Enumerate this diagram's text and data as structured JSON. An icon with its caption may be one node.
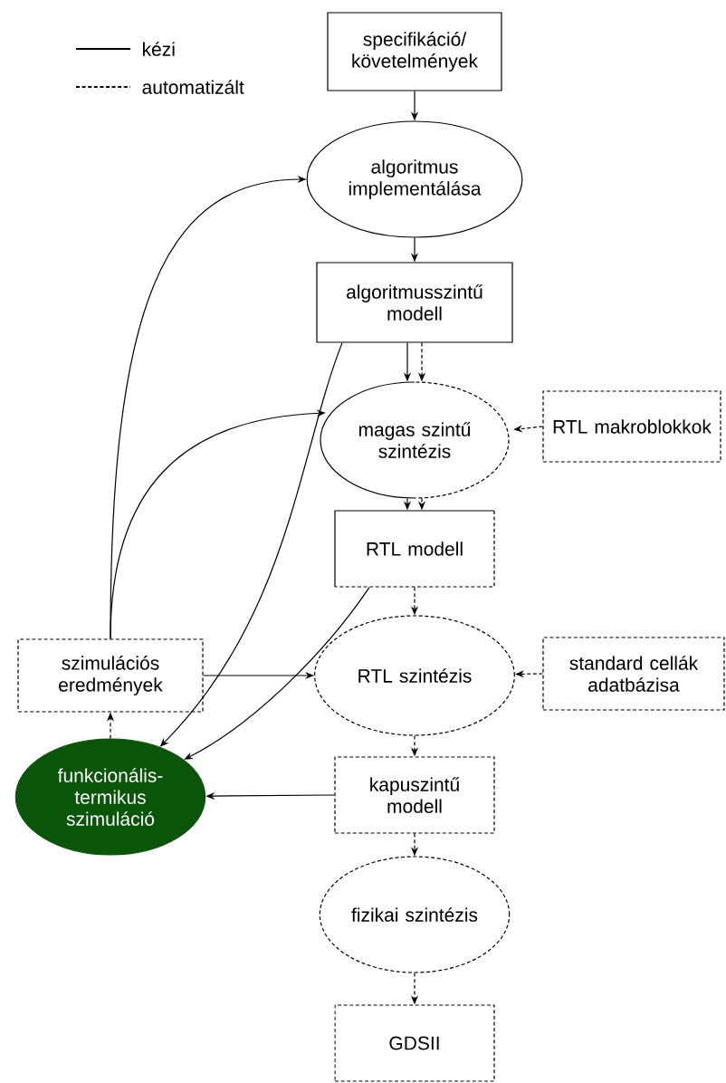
{
  "diagram": {
    "nodes": [
      {
        "text": [
          "specifikáció/ követelmények"
        ]
      },
      {
        "text": [
          "algoritmus implementálása"
        ]
      },
      {
        "text": [
          "algoritmusszintű modell"
        ]
      },
      {
        "text": [
          "magas szintű szintézis"
        ]
      },
      {
        "text": [
          "RTL makroblokkok"
        ]
      },
      {
        "text": [
          "RTL modell"
        ]
      },
      {
        "text": [
          "szimulációs eredmények"
        ]
      },
      {
        "text": [
          "RTL szintézis"
        ]
      },
      {
        "text": [
          "standard cellák adatbázisa"
        ]
      },
      {
        "text": [
          "funkcionális-termikus szimuláció"
        ]
      },
      {
        "text": [
          "kapuszintű modell"
        ]
      },
      {
        "text": [
          "fizikai szintézis"
        ]
      },
      {
        "text": [
          "GDSII"
        ]
      }
    ],
    "edges": [
      {
        "from": 0,
        "to": 1,
        "arrow": "to"
      },
      {
        "from": 1,
        "to": 2,
        "arrow": "to"
      },
      {
        "from": 2,
        "to": 3,
        "arrow": "to"
      },
      {
        "from": 2,
        "to": 3,
        "arrow": "to",
        "style": "dashed"
      },
      {
        "from": 2,
        "to": 9,
        "arrow": "to"
      },
      {
        "from": 4,
        "to": 3,
        "arrow": "to",
        "style": "dashed"
      },
      {
        "from": 3,
        "to": 5,
        "arrow": "to"
      },
      {
        "from": 3,
        "to": 5,
        "arrow": "to",
        "style": "dashed"
      },
      {
        "from": 5,
        "to": 7,
        "arrow": "to",
        "style": "dashed"
      },
      {
        "from": 5,
        "to": 9,
        "arrow": "to"
      },
      {
        "from": 6,
        "to": 1,
        "arrow": "to"
      },
      {
        "from": 6,
        "to": 3,
        "arrow": "to"
      },
      {
        "from": 6,
        "to": 7,
        "arrow": "to"
      },
      {
        "from": 8,
        "to": 7,
        "arrow": "to",
        "style": "dashed"
      },
      {
        "from": 9,
        "to": 6,
        "arrow": "to",
        "style": "dashed"
      },
      {
        "from": 7,
        "to": 10,
        "arrow": "to",
        "style": "dashed"
      },
      {
        "from": 10,
        "to": 9,
        "arrow": "to"
      },
      {
        "from": 10,
        "to": 11,
        "arrow": "to",
        "style": "dashed"
      },
      {
        "from": 11,
        "to": 12,
        "arrow": "to",
        "style": "dashed"
      }
    ],
    "legend": [
      {
        "text": "kézi"
      },
      {
        "text": "automatizált"
      }
    ]
  }
}
